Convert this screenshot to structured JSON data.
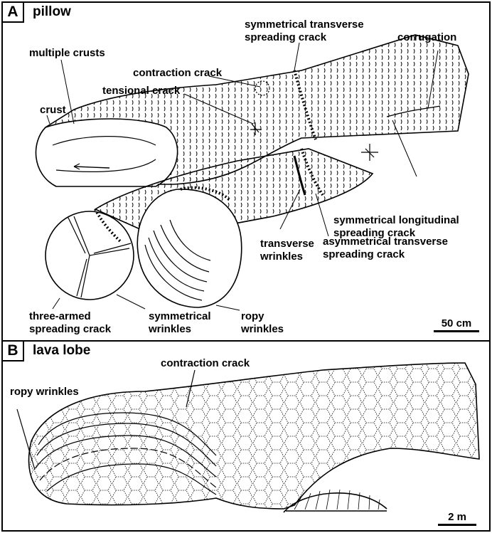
{
  "panel_a": {
    "letter": "A",
    "title": "pillow",
    "labels": {
      "symmetrical_transverse_1": "symmetrical transverse",
      "symmetrical_transverse_2": "spreading crack",
      "corrugation": "corrugation",
      "multiple_crusts": "multiple crusts",
      "contraction_crack": "contraction crack",
      "tensional_crack": "tensional crack",
      "crust": "crust",
      "symmetrical_longitudinal_1": "symmetrical longitudinal",
      "symmetrical_longitudinal_2": "spreading crack",
      "transverse_wrinkles_1": "transverse",
      "transverse_wrinkles_2": "wrinkles",
      "asymmetrical_transverse_1": "asymmetrical transverse",
      "asymmetrical_transverse_2": "spreading crack",
      "three_armed_1": "three-armed",
      "three_armed_2": "spreading crack",
      "symmetrical_wrinkles_1": "symmetrical",
      "symmetrical_wrinkles_2": "wrinkles",
      "ropy_wrinkles_1": "ropy",
      "ropy_wrinkles_2": "wrinkles"
    },
    "scale": "50 cm"
  },
  "panel_b": {
    "letter": "B",
    "title": "lava lobe",
    "labels": {
      "contraction_crack": "contraction crack",
      "ropy_wrinkles": "ropy wrinkles"
    },
    "scale": "2 m"
  }
}
